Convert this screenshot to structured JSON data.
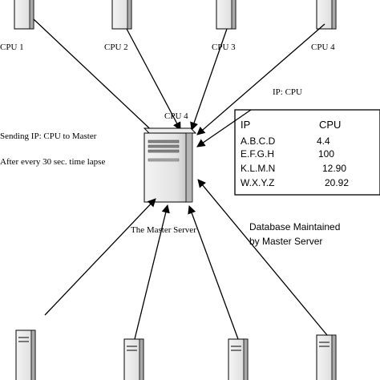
{
  "top_nodes": [
    {
      "id": "cpu1",
      "label": "CPU 1"
    },
    {
      "id": "cpu2",
      "label": "CPU 2"
    },
    {
      "id": "cpu3",
      "label": "CPU 3"
    },
    {
      "id": "cpu4",
      "label": "CPU 4"
    }
  ],
  "server": {
    "label": "The Master Server",
    "top_label": "CPU 4"
  },
  "notes": {
    "sending": "Sending IP:  CPU to Master",
    "interval": "After every  30 sec.    time lapse",
    "ip_cpu": "IP:  CPU"
  },
  "database": {
    "header_ip": "IP",
    "header_cpu": "CPU",
    "rows": [
      {
        "ip": "A.B.C.D",
        "cpu": "4.4"
      },
      {
        "ip": "E.F.G.H",
        "cpu": "100"
      },
      {
        "ip": "K.L.M.N",
        "cpu": "12.90"
      },
      {
        "ip": "W.X.Y.Z",
        "cpu": "20.92"
      }
    ],
    "caption_line1": "Database Maintained",
    "caption_line2": "by Master Server"
  }
}
